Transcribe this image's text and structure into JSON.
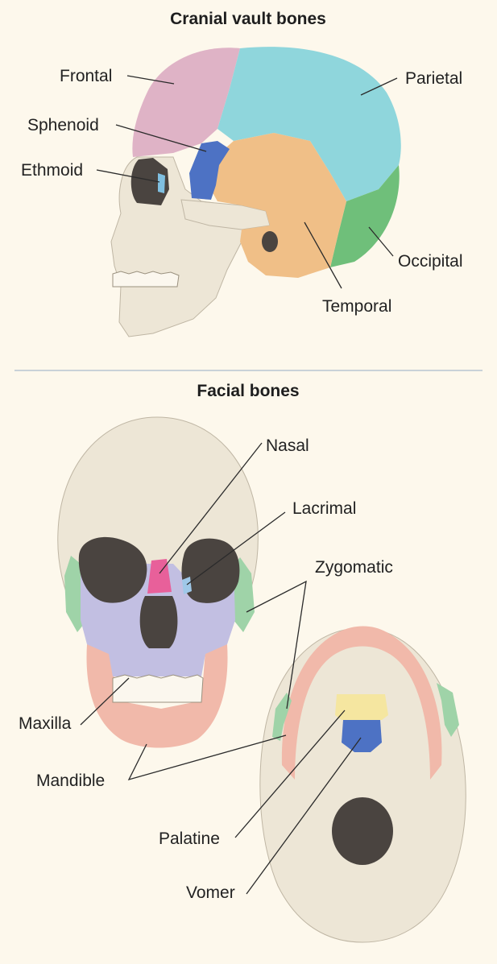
{
  "sections": {
    "cranial": {
      "title": "Cranial vault bones",
      "labels": {
        "frontal": "Frontal",
        "parietal": "Parietal",
        "sphenoid": "Sphenoid",
        "ethmoid": "Ethmoid",
        "occipital": "Occipital",
        "temporal": "Temporal"
      }
    },
    "facial": {
      "title": "Facial bones",
      "labels": {
        "nasal": "Nasal",
        "lacrimal": "Lacrimal",
        "zygomatic": "Zygomatic",
        "maxilla": "Maxilla",
        "mandible": "Mandible",
        "palatine": "Palatine",
        "vomer": "Vomer"
      }
    }
  },
  "colors": {
    "background": "#fdf8ec",
    "frontal": "#dfb3c6",
    "parietal": "#8fd6dc",
    "sphenoid": "#4d72c4",
    "temporal": "#f0bf87",
    "occipital": "#6fbf7a",
    "nasal": "#e8609a",
    "maxilla": "#c2bfe2",
    "zygomatic": "#9fd3a8",
    "mandible": "#f1b9aa",
    "palatine": "#f5e6a0",
    "vomer": "#4d72c4",
    "bone": "#ede6d6",
    "divider": "#c9d2d8"
  }
}
